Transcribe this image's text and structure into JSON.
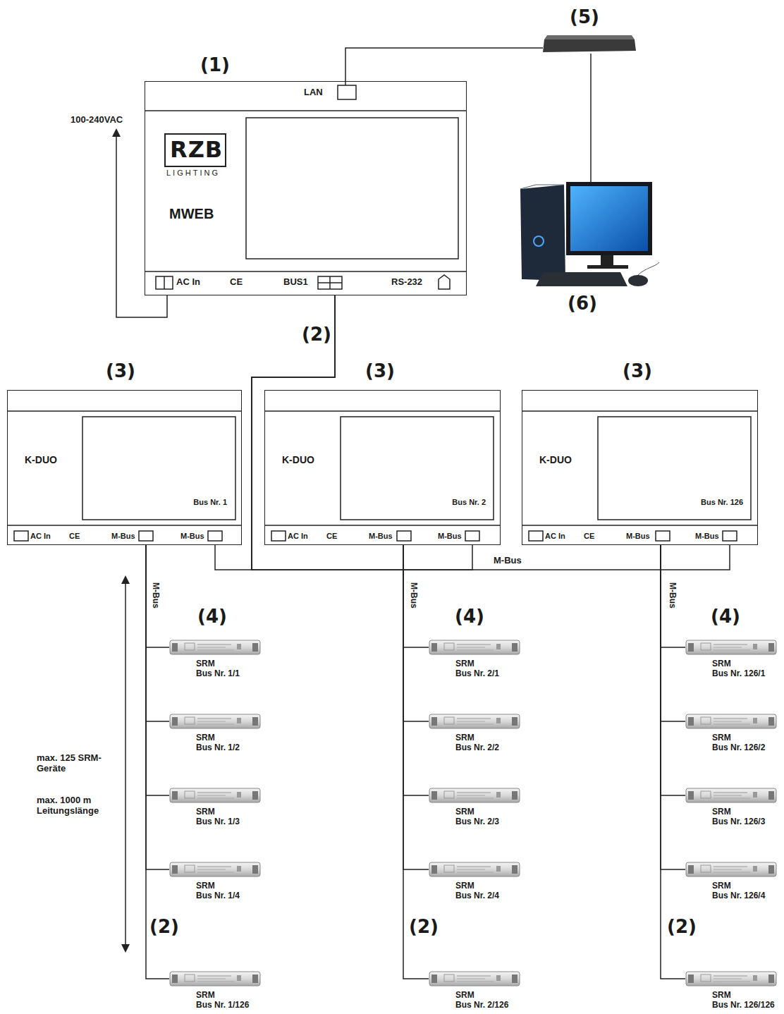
{
  "diagram": {
    "nodes": [
      {
        "text": [
          "MWEB"
        ]
      },
      {
        "text": [
          "K-DUO",
          "Bus Nr. 1"
        ]
      },
      {
        "text": [
          "K-DUO",
          "Bus Nr. 2"
        ]
      },
      {
        "text": [
          "K-DUO",
          "Bus Nr. 126"
        ]
      },
      {
        "text": [
          "SRM",
          "Bus Nr. 1/1"
        ]
      },
      {
        "text": [
          "SRM",
          "Bus Nr. 1/2"
        ]
      },
      {
        "text": [
          "SRM",
          "Bus Nr. 1/3"
        ]
      },
      {
        "text": [
          "SRM",
          "Bus Nr. 1/4"
        ]
      },
      {
        "text": [
          "SRM",
          "Bus Nr. 1/126"
        ]
      },
      {
        "text": [
          "SRM",
          "Bus Nr. 2/1"
        ]
      },
      {
        "text": [
          "SRM",
          "Bus Nr. 2/2"
        ]
      },
      {
        "text": [
          "SRM",
          "Bus Nr. 2/3"
        ]
      },
      {
        "text": [
          "SRM",
          "Bus Nr. 2/4"
        ]
      },
      {
        "text": [
          "SRM",
          "Bus Nr. 2/126"
        ]
      },
      {
        "text": [
          "SRM",
          "Bus Nr. 126/1"
        ]
      },
      {
        "text": [
          "SRM",
          "Bus Nr. 126/2"
        ]
      },
      {
        "text": [
          "SRM",
          "Bus Nr. 126/3"
        ]
      },
      {
        "text": [
          "SRM",
          "Bus Nr. 126/4"
        ]
      },
      {
        "text": [
          "SRM",
          "Bus Nr. 126/126"
        ]
      }
    ],
    "edges": [
      {
        "from": 0,
        "to": 1,
        "arrow": "none"
      },
      {
        "from": 0,
        "to": 2,
        "arrow": "none"
      },
      {
        "from": 0,
        "to": 3,
        "arrow": "none"
      },
      {
        "from": 1,
        "to": 4,
        "arrow": "none"
      },
      {
        "from": 1,
        "to": 5,
        "arrow": "none"
      },
      {
        "from": 1,
        "to": 6,
        "arrow": "none"
      },
      {
        "from": 1,
        "to": 7,
        "arrow": "none"
      },
      {
        "from": 1,
        "to": 8,
        "arrow": "none"
      },
      {
        "from": 2,
        "to": 9,
        "arrow": "none"
      },
      {
        "from": 2,
        "to": 10,
        "arrow": "none"
      },
      {
        "from": 2,
        "to": 11,
        "arrow": "none"
      },
      {
        "from": 2,
        "to": 12,
        "arrow": "none"
      },
      {
        "from": 2,
        "to": 13,
        "arrow": "none"
      },
      {
        "from": 3,
        "to": 14,
        "arrow": "none"
      },
      {
        "from": 3,
        "to": 15,
        "arrow": "none"
      },
      {
        "from": 3,
        "to": 16,
        "arrow": "none"
      },
      {
        "from": 3,
        "to": 17,
        "arrow": "none"
      },
      {
        "from": 3,
        "to": 18,
        "arrow": "none"
      }
    ],
    "labels": [
      "(1)",
      "(5)",
      "(6)",
      "100-240VAC",
      "LAN",
      "RZB",
      "LIGHTING",
      "AC In",
      "CE",
      "BUS1",
      "RS-232",
      "(2)",
      "(3)",
      "(3)",
      "(3)",
      "AC In",
      "CE",
      "M-Bus",
      "M-Bus",
      "AC In",
      "CE",
      "M-Bus",
      "M-Bus",
      "AC In",
      "CE",
      "M-Bus",
      "M-Bus",
      "M-Bus",
      "M-Bus",
      "M-Bus",
      "M-Bus",
      "(4)",
      "(4)",
      "(4)",
      "max. 125 SRM-Geräte",
      "max. 1000 m Leitungslänge",
      "(2)",
      "(2)",
      "(2)"
    ]
  }
}
